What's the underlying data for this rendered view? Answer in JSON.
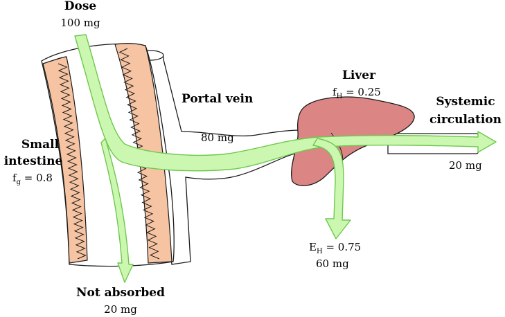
{
  "dose": {
    "title": "Dose",
    "amount": "100 mg"
  },
  "intestine": {
    "title_line1": "Small",
    "title_line2": "intestine",
    "fraction_symbol": "f",
    "fraction_subscript": "g",
    "fraction_value": " = 0.8"
  },
  "portal_vein": {
    "title": "Portal vein",
    "amount": "80 mg"
  },
  "liver": {
    "title": "Liver",
    "fraction_symbol": "f",
    "fraction_subscript": "H",
    "fraction_value": " = 0.25"
  },
  "systemic": {
    "title_line1": "Systemic",
    "title_line2": "circulation",
    "amount": "20 mg"
  },
  "extraction": {
    "symbol": "E",
    "subscript": "H",
    "value": " = 0.75",
    "amount": "60 mg"
  },
  "not_absorbed": {
    "title": "Not absorbed",
    "amount": "20 mg"
  },
  "colors": {
    "intestine_fill": "#f6c4a2",
    "liver_fill": "#dc8585",
    "arrow_fill": "#ccf7b0",
    "arrow_stroke": "#6ec84e",
    "outline": "#1a1a1a"
  }
}
